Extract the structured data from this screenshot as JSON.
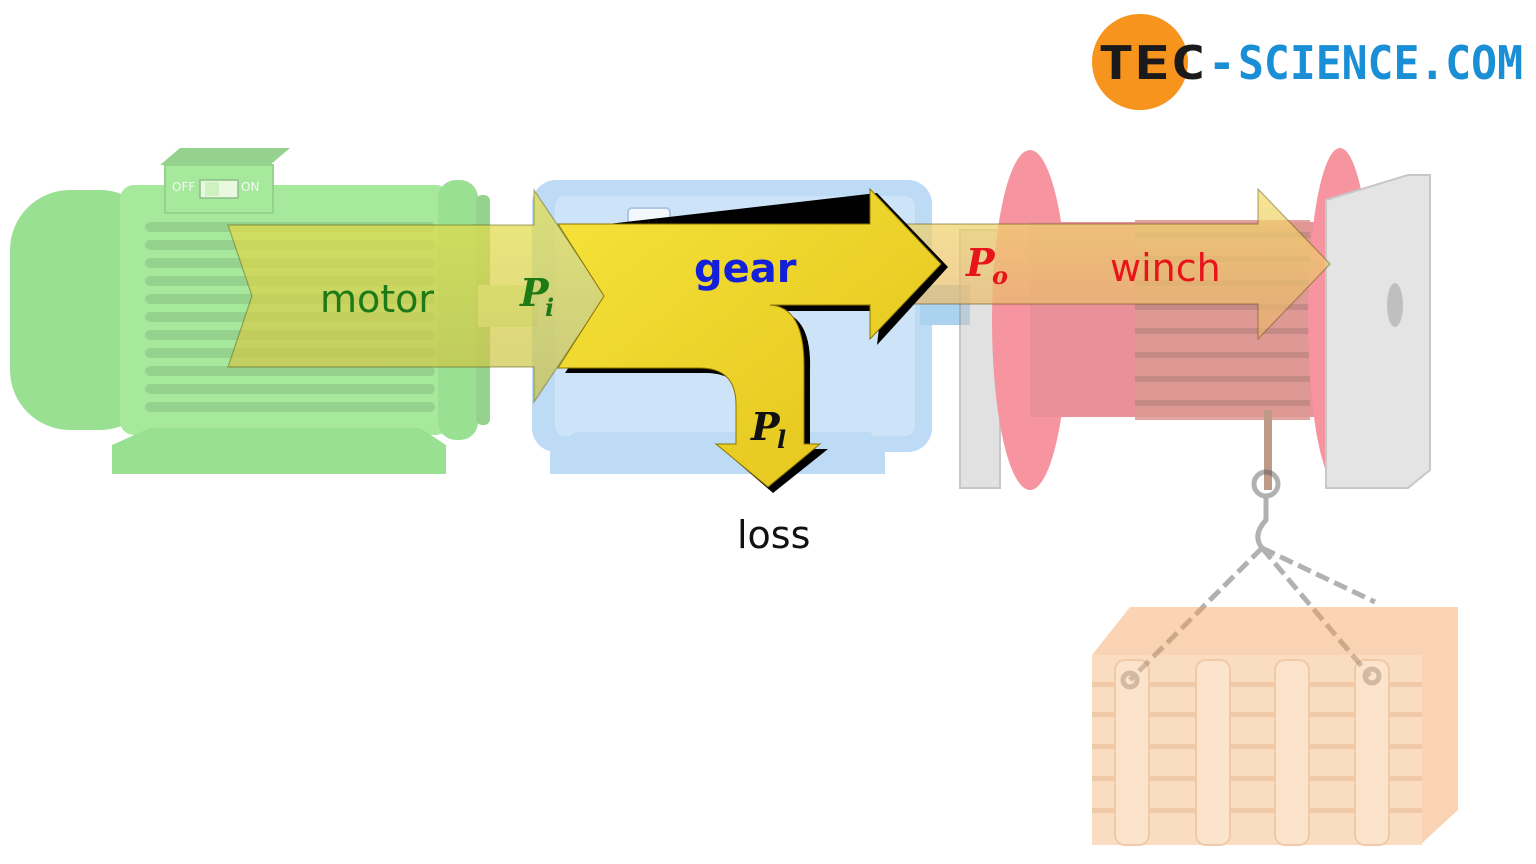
{
  "logo": {
    "part1": "TEC",
    "dash": "-",
    "part2": "SCIENCE.COM",
    "circle_color": "#f7941d",
    "text_dark": "#1a1a1a",
    "text_blue": "#1b8fd6"
  },
  "switch": {
    "off_label": "OFF",
    "on_label": "ON"
  },
  "labels": {
    "motor": "motor",
    "gear": "gear",
    "winch": "winch",
    "loss": "loss"
  },
  "symbols": {
    "input": {
      "main": "P",
      "sub": "i"
    },
    "loss": {
      "main": "P",
      "sub": "l"
    },
    "output": {
      "main": "P",
      "sub": "o"
    }
  },
  "colors": {
    "motor": "#1e7a16",
    "gear": "#1420d8",
    "winch": "#e8141a",
    "loss": "#111111",
    "arrow": "#f0d020"
  }
}
